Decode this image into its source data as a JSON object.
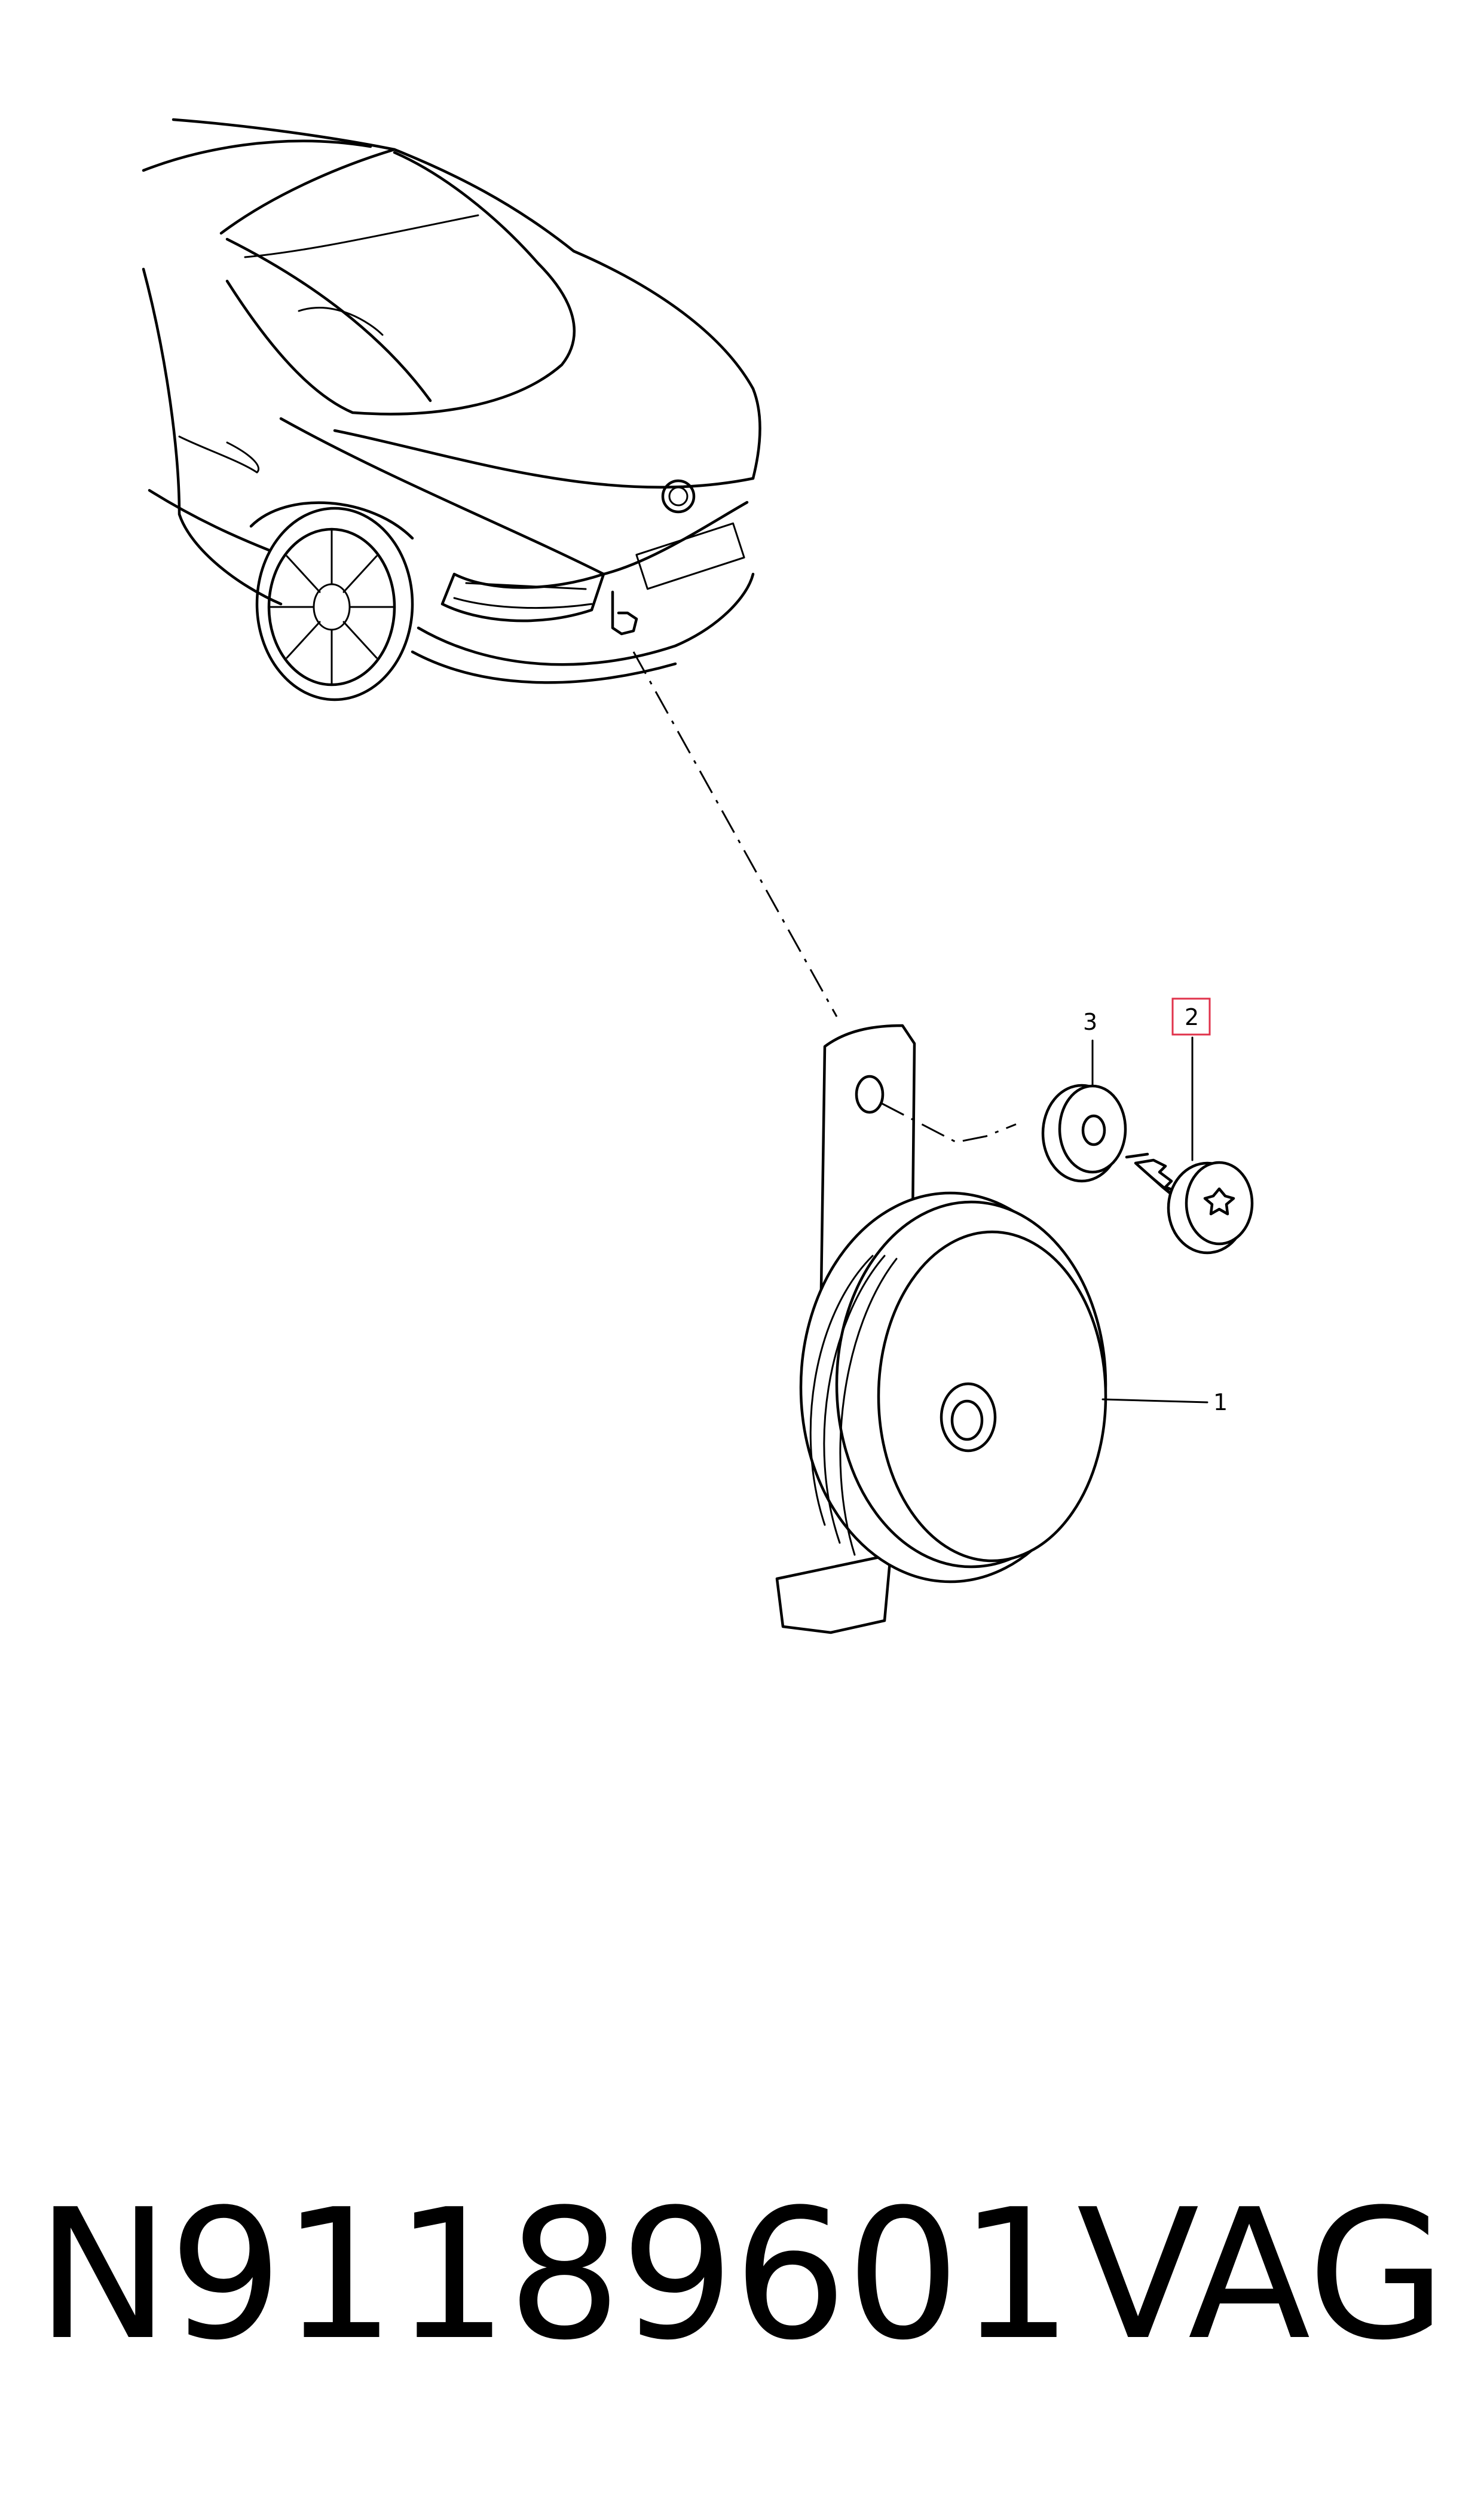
{
  "callouts": {
    "c1": "1",
    "c2": "2",
    "c3": "3"
  },
  "footer": {
    "part_number": "N91189601",
    "brand": "VAG"
  },
  "colors": {
    "line": "#000000",
    "background": "#ffffff",
    "highlight_box": "#e0324b"
  }
}
